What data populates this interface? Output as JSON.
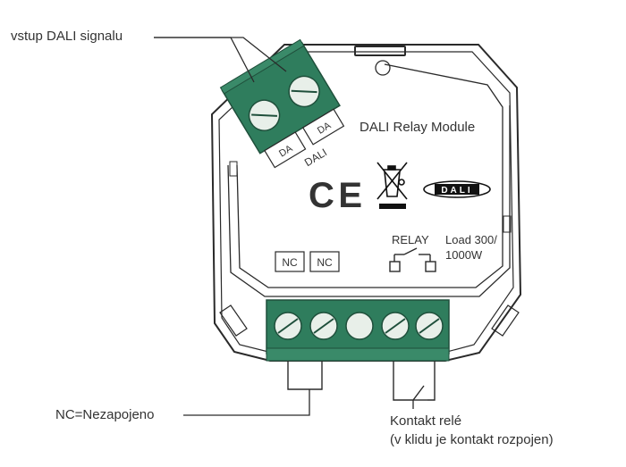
{
  "callouts": {
    "dali_input": "vstup DALI signalu",
    "nc_meaning": "NC=Nezapojeno",
    "relay_contact_line1": "Kontakt relé",
    "relay_contact_line2": "(v klidu je kontakt rozpojen)"
  },
  "module": {
    "title": "DALI Relay Module",
    "dali_terminal_labels": [
      "DA",
      "DA"
    ],
    "dali_group_label": "DALI",
    "dali_logo_text": "DALI",
    "ce_mark": "CE",
    "relay_label": "RELAY",
    "load_line1": "Load 300/",
    "load_line2": "1000W",
    "nc_labels": [
      "NC",
      "NC"
    ]
  },
  "colors": {
    "terminal_green": "#2f7d5d",
    "outline": "#2a2a2a"
  },
  "icons": [
    "weee-bin-icon",
    "ce-mark-icon",
    "dali-logo-icon",
    "relay-contact-icon",
    "screw-terminal-icon"
  ]
}
